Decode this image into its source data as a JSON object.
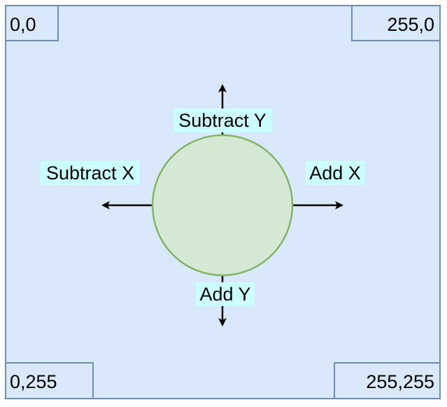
{
  "colors": {
    "canvas_fill": "#dae8fc",
    "canvas_stroke": "#6c8ebf",
    "circle_fill": "#d5e8d4",
    "circle_stroke": "#82b366",
    "label_background": "#ccffff",
    "arrow": "#000000"
  },
  "corners": {
    "top_left": "0,0",
    "top_right": "255,0",
    "bottom_left": "0,255",
    "bottom_right": "255,255"
  },
  "directions": {
    "up": "Subtract Y",
    "left": "Subtract X",
    "right": "Add X",
    "down": "Add Y"
  }
}
